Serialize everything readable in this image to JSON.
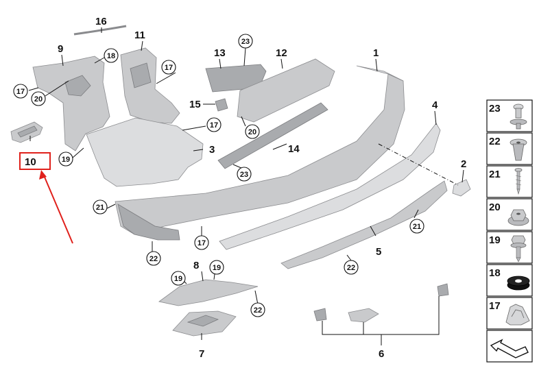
{
  "diagram": {
    "callouts": [
      {
        "id": "p1",
        "label": "1",
        "circled": false
      },
      {
        "id": "p2",
        "label": "2",
        "circled": false
      },
      {
        "id": "p3",
        "label": "3",
        "circled": false
      },
      {
        "id": "p4",
        "label": "4",
        "circled": false
      },
      {
        "id": "p5",
        "label": "5",
        "circled": false
      },
      {
        "id": "p6",
        "label": "6",
        "circled": false
      },
      {
        "id": "p7",
        "label": "7",
        "circled": false
      },
      {
        "id": "p8",
        "label": "8",
        "circled": false
      },
      {
        "id": "p9",
        "label": "9",
        "circled": false
      },
      {
        "id": "p10",
        "label": "10",
        "circled": false,
        "highlighted": true
      },
      {
        "id": "p11",
        "label": "11",
        "circled": false
      },
      {
        "id": "p12",
        "label": "12",
        "circled": false
      },
      {
        "id": "p13",
        "label": "13",
        "circled": false
      },
      {
        "id": "p14",
        "label": "14",
        "circled": false
      },
      {
        "id": "p15",
        "label": "15",
        "circled": false
      },
      {
        "id": "p16",
        "label": "16",
        "circled": false
      },
      {
        "id": "c17a",
        "label": "17",
        "circled": true
      },
      {
        "id": "c17b",
        "label": "17",
        "circled": true
      },
      {
        "id": "c17c",
        "label": "17",
        "circled": true
      },
      {
        "id": "c17d",
        "label": "17",
        "circled": true
      },
      {
        "id": "c18",
        "label": "18",
        "circled": true
      },
      {
        "id": "c19a",
        "label": "19",
        "circled": true
      },
      {
        "id": "c19b",
        "label": "19",
        "circled": true
      },
      {
        "id": "c19c",
        "label": "19",
        "circled": true
      },
      {
        "id": "c20a",
        "label": "20",
        "circled": true
      },
      {
        "id": "c20b",
        "label": "20",
        "circled": true
      },
      {
        "id": "c21a",
        "label": "21",
        "circled": true
      },
      {
        "id": "c21b",
        "label": "21",
        "circled": true
      },
      {
        "id": "c22a",
        "label": "22",
        "circled": true
      },
      {
        "id": "c22b",
        "label": "22",
        "circled": true
      },
      {
        "id": "c22c",
        "label": "22",
        "circled": true
      },
      {
        "id": "c23a",
        "label": "23",
        "circled": true
      },
      {
        "id": "c23b",
        "label": "23",
        "circled": true
      }
    ],
    "fastener_panel": [
      {
        "label": "23",
        "icon": "clip-rivet-icon"
      },
      {
        "label": "22",
        "icon": "expansion-nut-icon"
      },
      {
        "label": "21",
        "icon": "screw-icon"
      },
      {
        "label": "20",
        "icon": "hex-nut-icon"
      },
      {
        "label": "19",
        "icon": "collar-screw-icon"
      },
      {
        "label": "18",
        "icon": "rubber-washer-icon"
      },
      {
        "label": "17",
        "icon": "spring-clip-icon"
      },
      {
        "label": "",
        "icon": "orientation-arrow-icon"
      }
    ],
    "highlight_color": "#e0201b",
    "part_fill_color": "#c9cacc",
    "line_color": "#111111"
  }
}
